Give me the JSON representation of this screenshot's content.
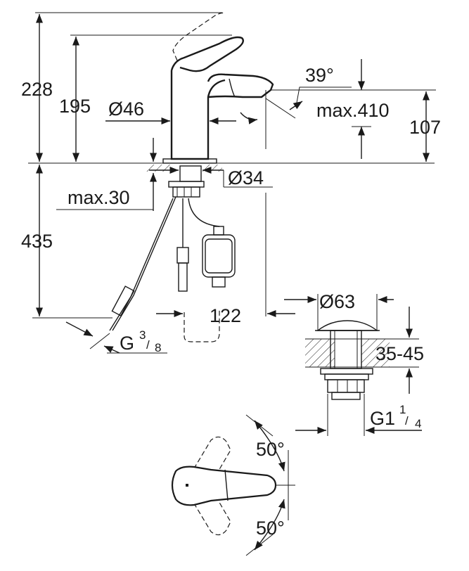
{
  "dimensions": {
    "total_height": "228",
    "spout_height": "195",
    "body_diameter": "Ø46",
    "lever_angle": "39°",
    "max_reach": "max.410",
    "spout_clearance": "107",
    "mount_hole": "Ø34",
    "max_deck": "max.30",
    "hose_length": "435",
    "clearance": "122",
    "connection_thread": "G",
    "connection_frac_num": "3",
    "connection_frac_den": "8",
    "waste_diameter": "Ø63",
    "waste_thickness": "35-45",
    "waste_thread": "G1",
    "waste_frac_num": "1",
    "waste_frac_den": "4",
    "swivel_angle_top": "50°",
    "swivel_angle_bottom": "50°"
  },
  "colors": {
    "line": "#1a1a1a",
    "background": "#ffffff"
  }
}
